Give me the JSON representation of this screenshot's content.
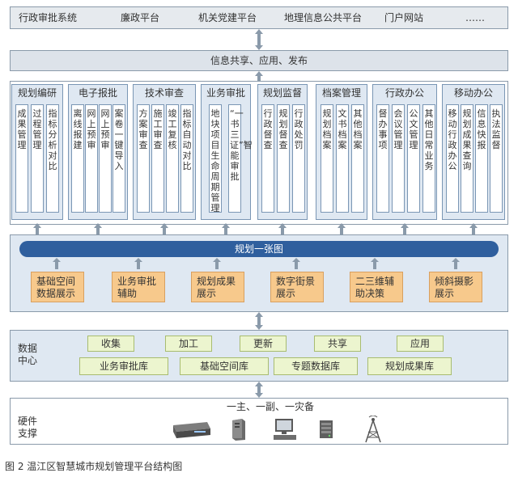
{
  "top_systems": [
    "行政审批系统",
    "廉政平台",
    "机关党建平台",
    "地理信息公共平台",
    "门户网站",
    "……"
  ],
  "share_layer": "信息共享、应用、发布",
  "modules": [
    {
      "title": "规划编研",
      "items": [
        "成果管理",
        "过程管理",
        "指标分析对比"
      ]
    },
    {
      "title": "电子报批",
      "items": [
        "离线报建",
        "网上预审",
        "网上预审",
        "案卷一键导入"
      ]
    },
    {
      "title": "技术审查",
      "items": [
        "方案审查",
        "施工审查",
        "竣工复核",
        "指标自动对比"
      ]
    },
    {
      "title": "业务审批",
      "items": [
        "地块项目生命周期管理",
        "“一书三证”智能审批"
      ]
    },
    {
      "title": "规划监督",
      "items": [
        "行政督查",
        "规划督查",
        "行政处罚"
      ]
    },
    {
      "title": "档案管理",
      "items": [
        "规划档案",
        "文书档案",
        "其他档案"
      ]
    },
    {
      "title": "行政办公",
      "items": [
        "督办事项",
        "会议管理",
        "公文管理",
        "其他日常业务"
      ]
    },
    {
      "title": "移动办公",
      "items": [
        "移动行政办公",
        "规划成果查询",
        "信息快报",
        "执法监督"
      ]
    }
  ],
  "one_map": "规划一张图",
  "map_functions": [
    "基础空间数据展示",
    "业务审批辅助",
    "规划成果展示",
    "数字街景展示",
    "二三维辅助决策",
    "倾斜摄影展示"
  ],
  "data_center": {
    "label": "数据中心",
    "ops": [
      "收集",
      "加工",
      "更新",
      "共享",
      "应用"
    ],
    "dbs": [
      "业务审批库",
      "基础空间库",
      "专题数据库",
      "规划成果库"
    ]
  },
  "hardware": {
    "label": "硬件支撑",
    "note": "一主、一副、一灾备"
  },
  "caption": "图 2 温江区智慧城市规划管理平台结构图"
}
